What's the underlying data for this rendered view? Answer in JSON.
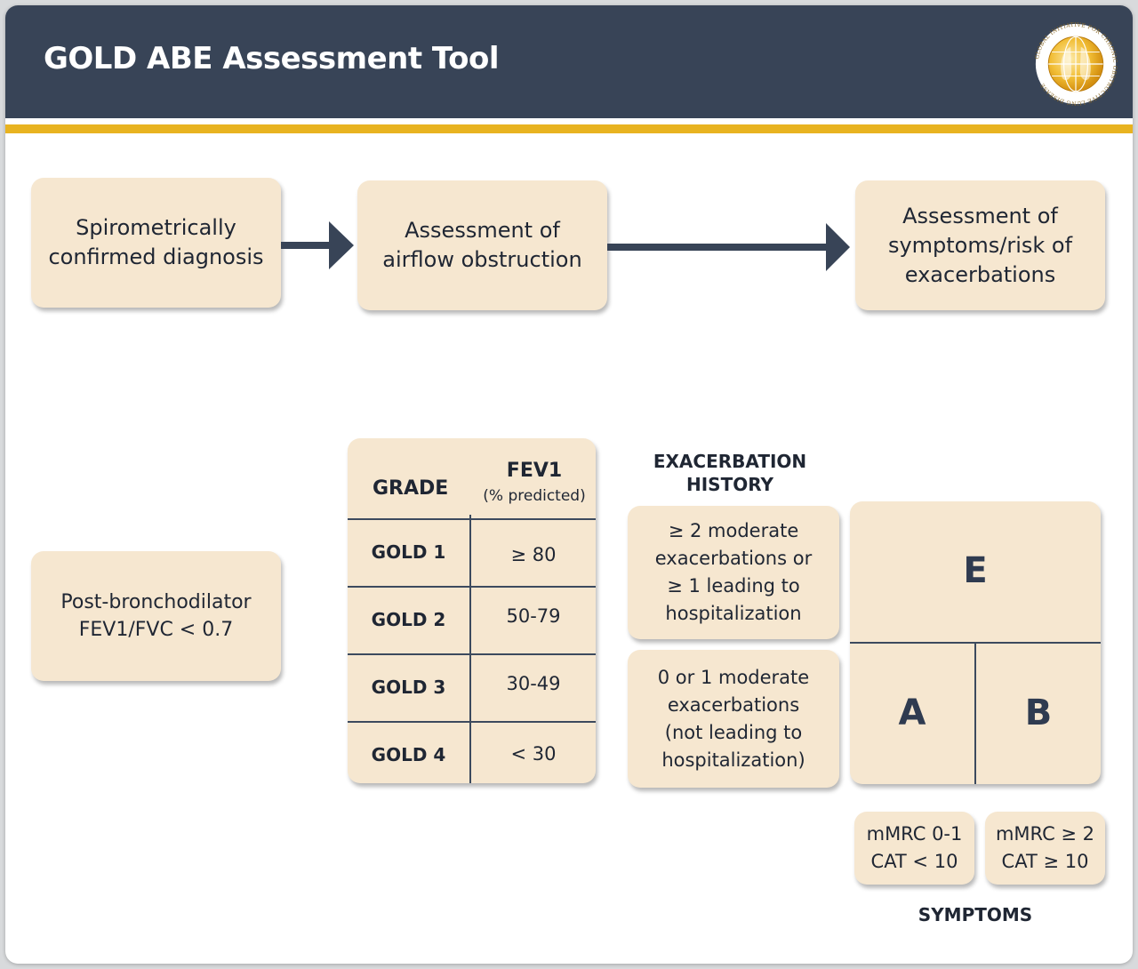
{
  "header": {
    "title": "GOLD ABE Assessment Tool",
    "logo_text": "GLOBAL INITIATIVE FOR CHRONIC OBSTRUCTIVE LUNG DISEASE"
  },
  "colors": {
    "header_bg": "#384457",
    "accent_bar": "#e8b320",
    "box_fill": "#f6e7d0",
    "arrow": "#384457"
  },
  "flow": {
    "step1": "Spirometrically\nconfirmed diagnosis",
    "step2": "Assessment of\nairflow obstruction",
    "step3": "Assessment of\nsymptoms/risk of\nexacerbations"
  },
  "criterion": "Post-bronchodilator\nFEV1/FVC < 0.7",
  "grade_table": {
    "header_grade": "GRADE",
    "header_fev1": "FEV1",
    "header_fev1_sub": "(% predicted)",
    "rows": [
      {
        "grade": "GOLD 1",
        "fev1": "≥ 80"
      },
      {
        "grade": "GOLD 2",
        "fev1": "50-79"
      },
      {
        "grade": "GOLD 3",
        "fev1": "30-49"
      },
      {
        "grade": "GOLD 4",
        "fev1": "< 30"
      }
    ]
  },
  "exacerbation": {
    "title": "EXACERBATION\nHISTORY",
    "high": "≥ 2 moderate\nexacerbations or\n≥ 1 leading to\nhospitalization",
    "low": "0 or 1 moderate\nexacerbations\n(not leading to\nhospitalization)"
  },
  "groups": {
    "e": "E",
    "a": "A",
    "b": "B"
  },
  "symptoms": {
    "low": "mMRC 0-1\nCAT < 10",
    "high": "mMRC ≥ 2\nCAT ≥ 10",
    "title": "SYMPTOMS"
  }
}
